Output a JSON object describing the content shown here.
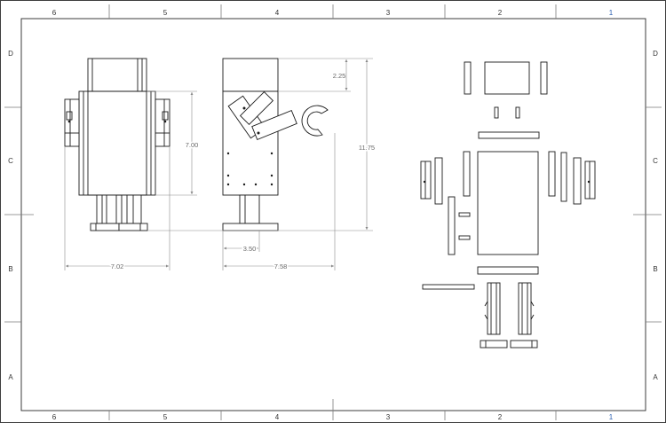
{
  "zones": {
    "columns": [
      "6",
      "5",
      "4",
      "3",
      "2",
      "1"
    ],
    "rows": [
      "D",
      "C",
      "B",
      "A"
    ],
    "highlight_color": "#2a5fb0"
  },
  "dimensions": {
    "head_height": "2.25",
    "torso_height": "7.00",
    "total_height": "11.75",
    "front_width": "7.02",
    "side_depth": "7.58",
    "foot_length": "3.50"
  },
  "views": {
    "front": "front-view",
    "side": "side-view",
    "exploded": "exploded-parts-view"
  }
}
